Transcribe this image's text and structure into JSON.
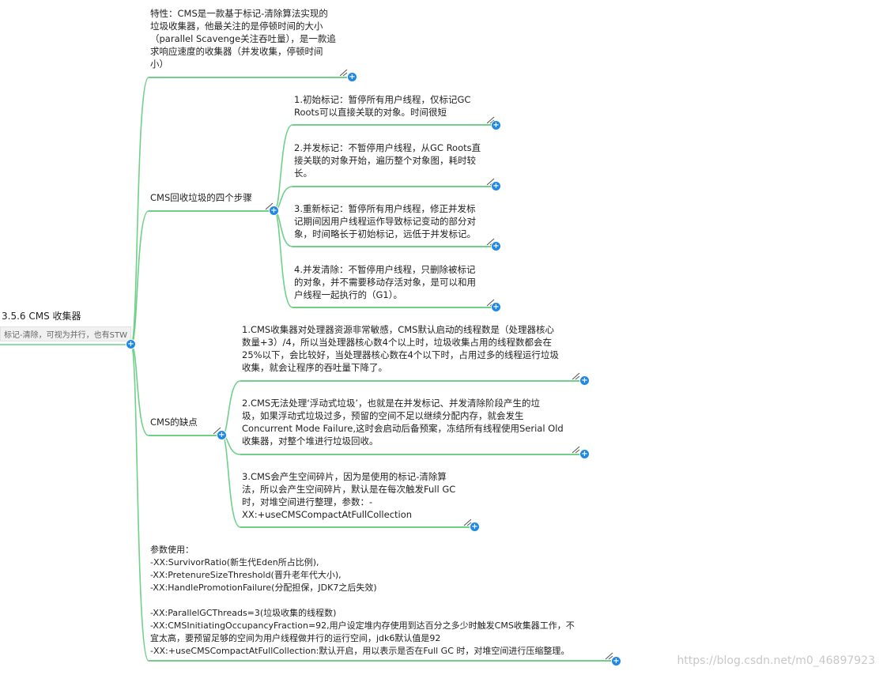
{
  "root": {
    "title": "3.5.6 CMS 收集器",
    "tag": "标记-清除，可视为并行，也有STW"
  },
  "nodes": {
    "feature": "特性：CMS是一款基于标记-清除算法实现的\n垃圾收集器，他最关注的是停顿时间的大小\n（parallel Scavenge关注吞吐量），是一款追\n求响应速度的收集器（并发收集，停顿时间\n小）",
    "steps": "CMS回收垃圾的四个步骤",
    "step1": "1.初始标记：暂停所有用户线程，仅标记GC\nRoots可以直接关联的对象。时间很短",
    "step2": "2.并发标记：不暂停用户线程，从GC Roots直\n接关联的对象开始，遍历整个对象图，耗时较\n长。",
    "step3": "3.重新标记：暂停所有用户线程，修正并发标\n记期间因用户线程运作导致标记变动的部分对\n象，时间略长于初始标记，远低于并发标记。",
    "step4": "4.并发清除：不暂停用户线程，只删除被标记\n的对象，并不需要移动存活对象，是可以和用\n户线程一起执行的（G1）。",
    "defects": "CMS的缺点",
    "defect1": "1.CMS收集器对处理器资源非常敏感，CMS默认启动的线程数是（处理器核心\n数量+3）/4，所以当处理器核心数4个以上时，垃圾收集占用的线程数都会在\n25%以下，会比较好，当处理器核心数在4个以下时，占用过多的线程运行垃圾\n收集，就会让程序的吞吐量下降了。",
    "defect2": "2.CMS无法处理‘浮动式垃圾’，也就是在并发标记、并发清除阶段产生的垃\n圾，如果浮动式垃圾过多，预留的空间不足以继续分配内存，就会发生\nConcurrent Mode Failure,这时会启动后备预案，冻结所有线程使用Serial Old\n收集器，对整个堆进行垃圾回收。",
    "defect3": "3.CMS会产生空间碎片，因为是使用的标记-清除算\n法，所以会产生空间碎片，默认是在每次触发Full GC\n时，对堆空间进行整理，参数：-\nXX:+useCMSCompactAtFullCollection",
    "params": "参数使用：\n-XX:SurvivorRatio(新生代Eden所占比例),\n-XX:PretenureSizeThreshold(晋升老年代大小),\n-XX:HandlePromotionFailure(分配担保，JDK7之后失效)\n\n-XX:ParallelGCThreads=3(垃圾收集的线程数)\n-XX:CMSInitiatingOccupancyFraction=92,用户设定堆内存使用到达百分之多少时触发CMS收集器工作，不\n宜太高，要预留足够的空间为用户线程做并行的运行空间，jdk6默认值是92\n-XX:+useCMSCompactAtFullCollection:默认开启，用以表示是否在Full GC 时，对堆空间进行压缩整理。"
  },
  "watermark": "https://blog.csdn.net/m0_46897923",
  "colors": {
    "edge": "#6fd08a",
    "toggle": "#1e88e5"
  },
  "icons": {
    "expand": "plus-circle-icon",
    "resize": "resize-grip-icon"
  }
}
